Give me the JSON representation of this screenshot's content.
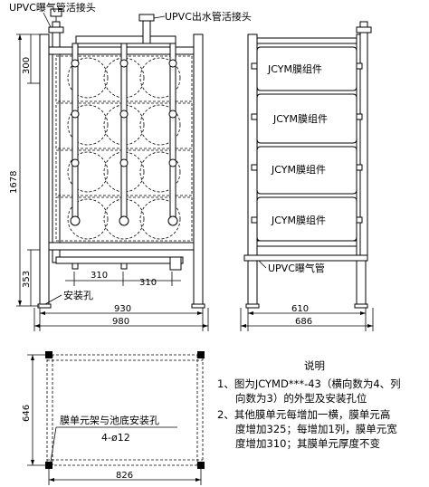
{
  "labels": {
    "upvc_aeration_union": "UPVC曝气管活接头",
    "upvc_outlet_union": "UPVC出水管活接头",
    "membrane_module": "JCYM膜组件",
    "upvc_aeration_pipe": "UPVC曝气管",
    "install_hole": "安装孔",
    "frame_install_holes": "膜单元架与池底安装孔",
    "hole_spec": "4-ø12"
  },
  "dimensions": {
    "d300": "300",
    "d1678": "1678",
    "d353": "353",
    "d310a": "310",
    "d310b": "310",
    "d930": "930",
    "d980": "980",
    "d610": "610",
    "d686": "686",
    "d646": "646",
    "d826": "826"
  },
  "notes": {
    "title": "说明",
    "line1": "1、图为JCYMD***-43（横向数为4、列",
    "line2": "向数为3）的外型及安装孔位",
    "line3": "2、其他膜单元每增加一横，膜单元高",
    "line4": "度增加325；每增加1列，膜单元宽",
    "line5": "度增加310；其膜单元厚度不变"
  }
}
